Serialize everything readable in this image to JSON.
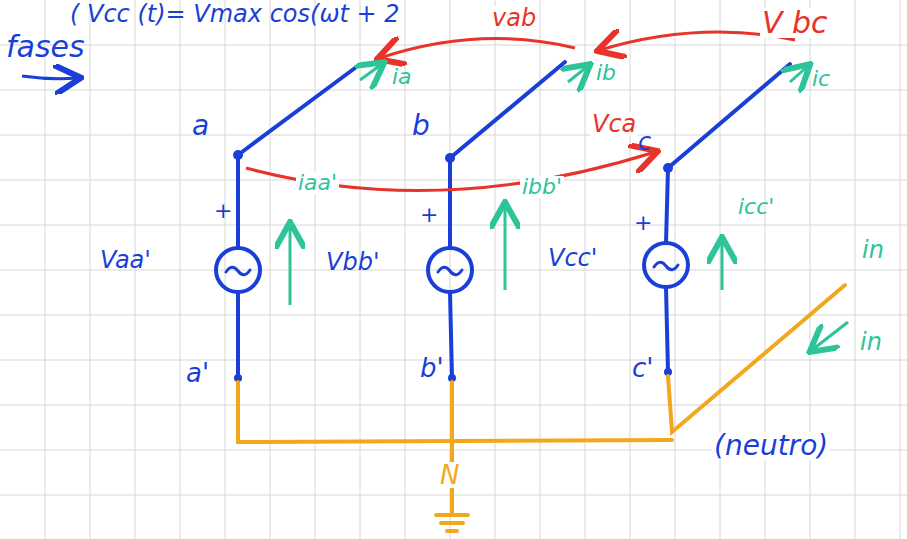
{
  "diagram": {
    "labels": [
      "( Vcc (t)= Vmax cos(ωt + 2",
      "fases",
      "a",
      "b",
      "c",
      "vab",
      "V bc",
      "Vca",
      "ia",
      "ib",
      "ic",
      "iaa'",
      "ibb'",
      "icc'",
      "+",
      "+",
      "+",
      "Vaa'",
      "Vbb'",
      "Vcc'",
      "a'",
      "b'",
      "c'",
      "N",
      "in",
      "in",
      "(neutro)"
    ]
  }
}
